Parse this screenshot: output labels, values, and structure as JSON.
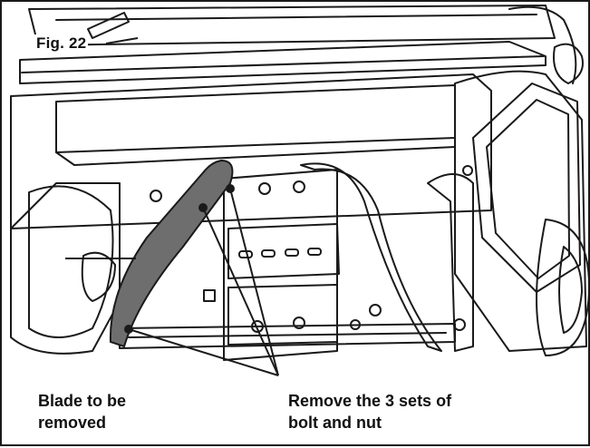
{
  "figure": {
    "label": "Fig. 22"
  },
  "callouts": {
    "blade": {
      "line1": "Blade to be",
      "line2": "removed"
    },
    "bolts": {
      "line1": "Remove the 3 sets of",
      "line2": "bolt and nut"
    }
  },
  "colors": {
    "line": "#1a1a1a",
    "blade_fill": "#6e6e6e",
    "background": "#ffffff"
  }
}
